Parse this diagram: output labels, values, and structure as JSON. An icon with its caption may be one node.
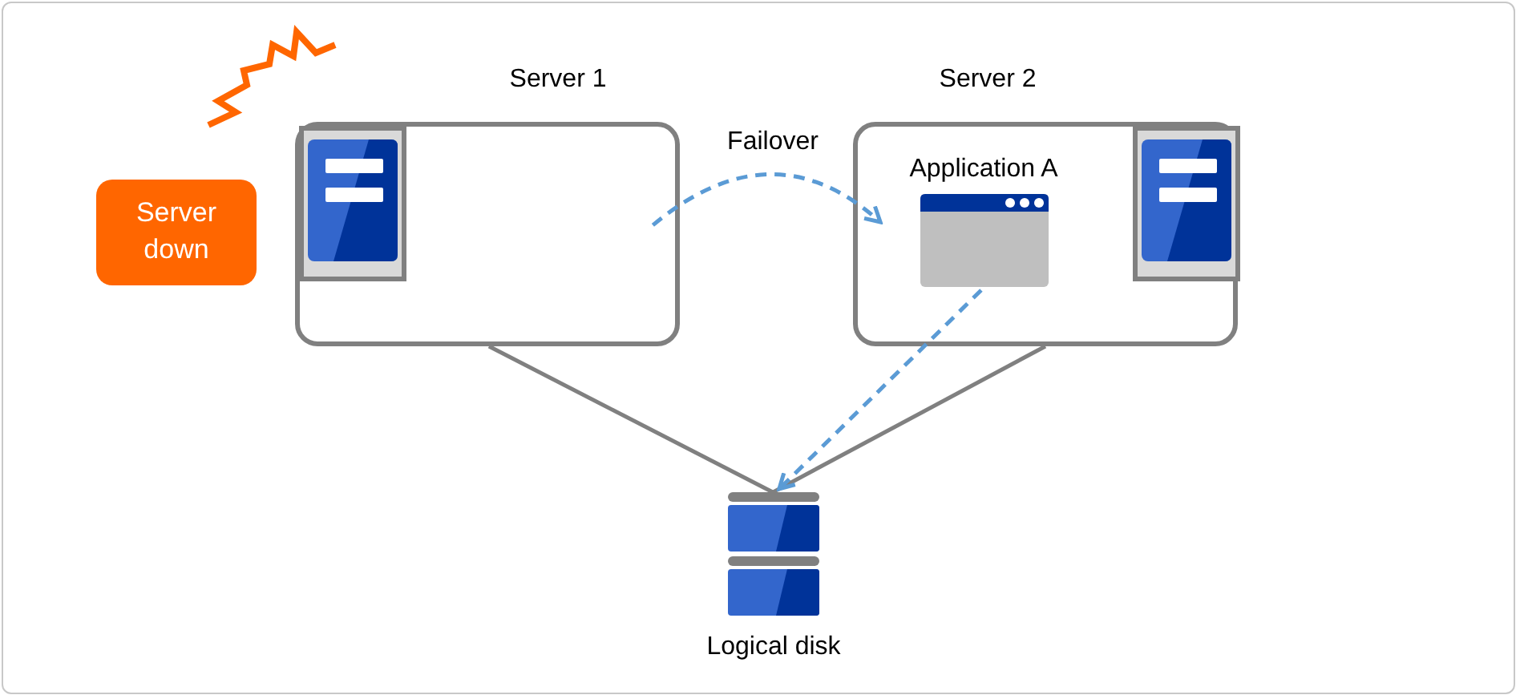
{
  "diagram": {
    "nodes": [
      {
        "text": [
          "Server 1"
        ]
      },
      {
        "text": [
          "Server 2"
        ]
      },
      {
        "text": [
          "Application A"
        ],
        "in": 1
      },
      {
        "text": [
          "Logical disk"
        ]
      },
      {
        "text": [
          "Server down"
        ]
      }
    ],
    "edges": [
      {
        "from": 0,
        "to": 3,
        "arrow": "none"
      },
      {
        "from": 1,
        "to": 3,
        "arrow": "none"
      },
      {
        "from": 0,
        "to": 2,
        "arrow": "to",
        "label": "Failover",
        "style": "dashed",
        "color": "#5b9bd5"
      },
      {
        "from": 2,
        "to": 3,
        "arrow": "to",
        "style": "dashed",
        "color": "#5b9bd5"
      }
    ]
  }
}
